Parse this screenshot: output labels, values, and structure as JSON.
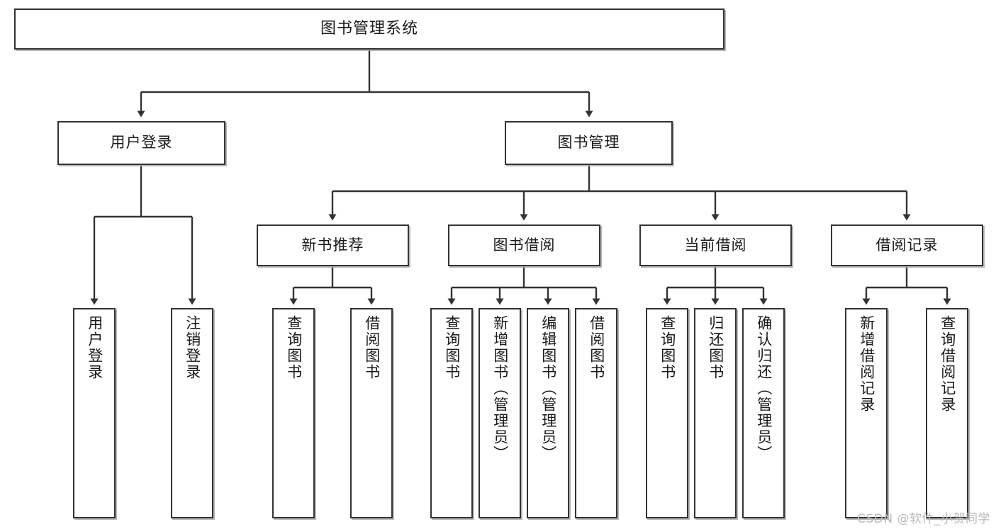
{
  "diagram": {
    "type": "tree-hierarchy",
    "title": "图书管理系统",
    "watermark": "CSDN @软件_小贺同学",
    "colors": {
      "box_border": "#333333",
      "box_fill": "#ffffff",
      "edge": "#333333",
      "text": "#1a1a1a",
      "watermark": "#b9b9b9",
      "shadow": "#aaaaaa"
    },
    "levels": {
      "root": {
        "label": "图书管理系统"
      },
      "level2": [
        {
          "label": "用户登录"
        },
        {
          "label": "图书管理"
        }
      ],
      "level3": [
        {
          "label": "新书推荐"
        },
        {
          "label": "图书借阅"
        },
        {
          "label": "当前借阅"
        },
        {
          "label": "借阅记录"
        }
      ],
      "leaves": [
        {
          "label": "用户登录",
          "parent": "用户登录"
        },
        {
          "label": "注销登录",
          "parent": "用户登录"
        },
        {
          "label": "查询图书",
          "parent": "新书推荐"
        },
        {
          "label": "借阅图书",
          "parent": "新书推荐"
        },
        {
          "label": "查询图书",
          "parent": "图书借阅"
        },
        {
          "label": "新增图书（管理员）",
          "parent": "图书借阅"
        },
        {
          "label": "编辑图书（管理员）",
          "parent": "图书借阅"
        },
        {
          "label": "借阅图书",
          "parent": "图书借阅"
        },
        {
          "label": "查询图书",
          "parent": "当前借阅"
        },
        {
          "label": "归还图书",
          "parent": "当前借阅"
        },
        {
          "label": "确认归还（管理员）",
          "parent": "当前借阅"
        },
        {
          "label": "新增借阅记录",
          "parent": "借阅记录"
        },
        {
          "label": "查询借阅记录",
          "parent": "借阅记录"
        }
      ]
    }
  }
}
